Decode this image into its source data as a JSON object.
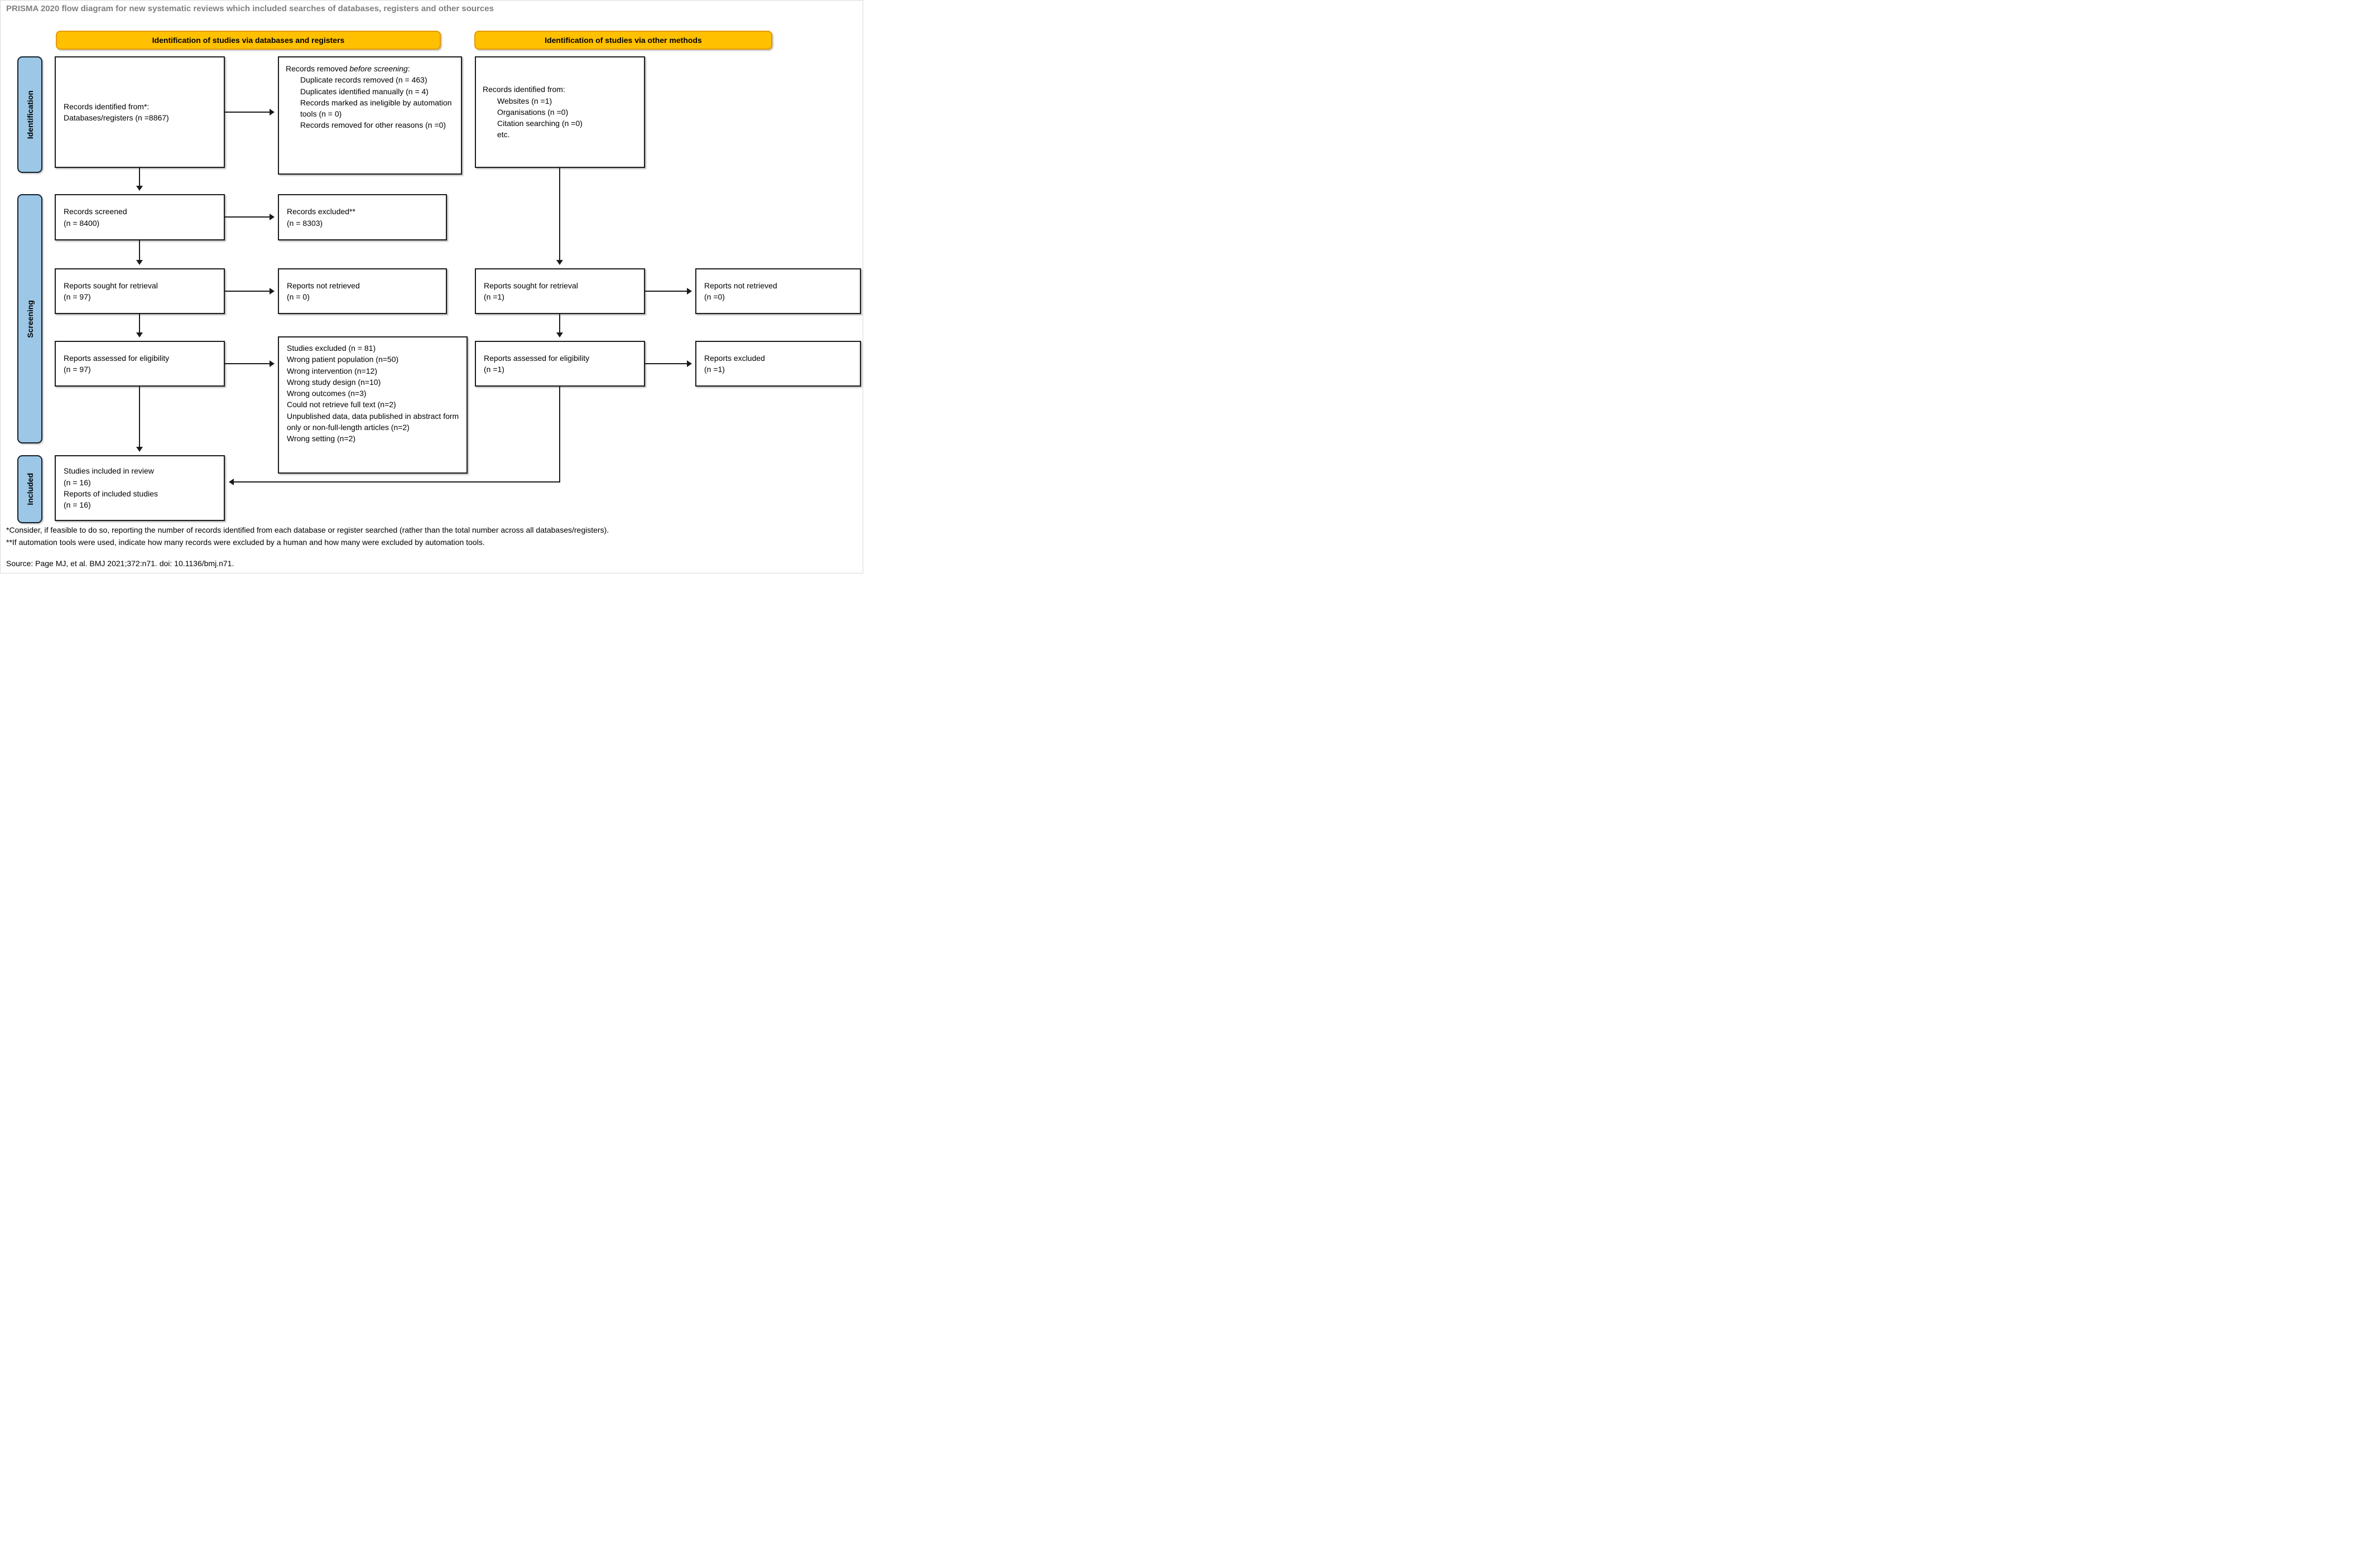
{
  "page": {
    "title": "PRISMA 2020 flow diagram for new systematic reviews which included searches of databases, registers and other sources"
  },
  "column_headers": {
    "databases_registers": "Identification of studies via databases and registers",
    "other_methods": "Identification of studies via other methods"
  },
  "stage_labels": {
    "identification": "Identification",
    "screening": "Screening",
    "included": "Included"
  },
  "boxes": {
    "records_identified_db": {
      "line1": "Records identified from*:",
      "line2": "Databases/registers (n =8867)"
    },
    "records_removed": {
      "heading_prefix": "Records removed ",
      "heading_italic": "before screening",
      "heading_suffix": ":",
      "items": [
        "Duplicate records removed (n = 463)",
        "Duplicates identified manually (n = 4)",
        "Records marked as ineligible by automation tools (n = 0)",
        "Records removed for other reasons (n =0)"
      ]
    },
    "records_identified_other": {
      "heading": "Records identified from:",
      "items": [
        "Websites (n =1)",
        "Organisations (n =0)",
        "Citation searching (n =0)",
        "etc."
      ]
    },
    "records_screened": {
      "line1": "Records screened",
      "line2": "(n = 8400)"
    },
    "records_excluded": {
      "line1": "Records excluded**",
      "line2": "(n = 8303)"
    },
    "reports_sought_db": {
      "line1": "Reports sought for retrieval",
      "line2": "(n = 97)"
    },
    "reports_not_retrieved_db": {
      "line1": "Reports not retrieved",
      "line2": "(n = 0)"
    },
    "reports_sought_other": {
      "line1": "Reports sought for retrieval",
      "line2": "(n =1)"
    },
    "reports_not_retrieved_other": {
      "line1": "Reports not retrieved",
      "line2": "(n =0)"
    },
    "reports_assessed_db": {
      "line1": "Reports assessed for eligibility",
      "line2": "(n = 97)"
    },
    "studies_excluded": {
      "lines": [
        "Studies excluded (n = 81)",
        "Wrong patient population (n=50)",
        "Wrong intervention (n=12)",
        "Wrong study design (n=10)",
        "Wrong outcomes (n=3)",
        "Could not retrieve full text (n=2)",
        "Unpublished data, data published in abstract form only or non-full-length articles (n=2)",
        "Wrong setting (n=2)"
      ]
    },
    "reports_assessed_other": {
      "line1": "Reports assessed for eligibility",
      "line2": "(n =1)"
    },
    "reports_excluded_other": {
      "line1": "Reports excluded",
      "line2": "(n =1)"
    },
    "included": {
      "lines": [
        "Studies included in review",
        "(n = 16)",
        "Reports of included studies",
        "(n = 16)"
      ]
    }
  },
  "footnotes": [
    "*Consider, if feasible to do so, reporting the number of records identified from each database or register searched (rather than the total number across all databases/registers).",
    "**If automation tools were used, indicate how many records were excluded by a human and how many were excluded by automation tools."
  ],
  "source": "Source: Page MJ, et al. BMJ 2021;372:n71. doi: 10.1136/bmj.n71.",
  "colors": {
    "header_fill": "#FFC000",
    "stage_fill": "#9CC7E6",
    "title_gray": "#7F7F7F"
  }
}
